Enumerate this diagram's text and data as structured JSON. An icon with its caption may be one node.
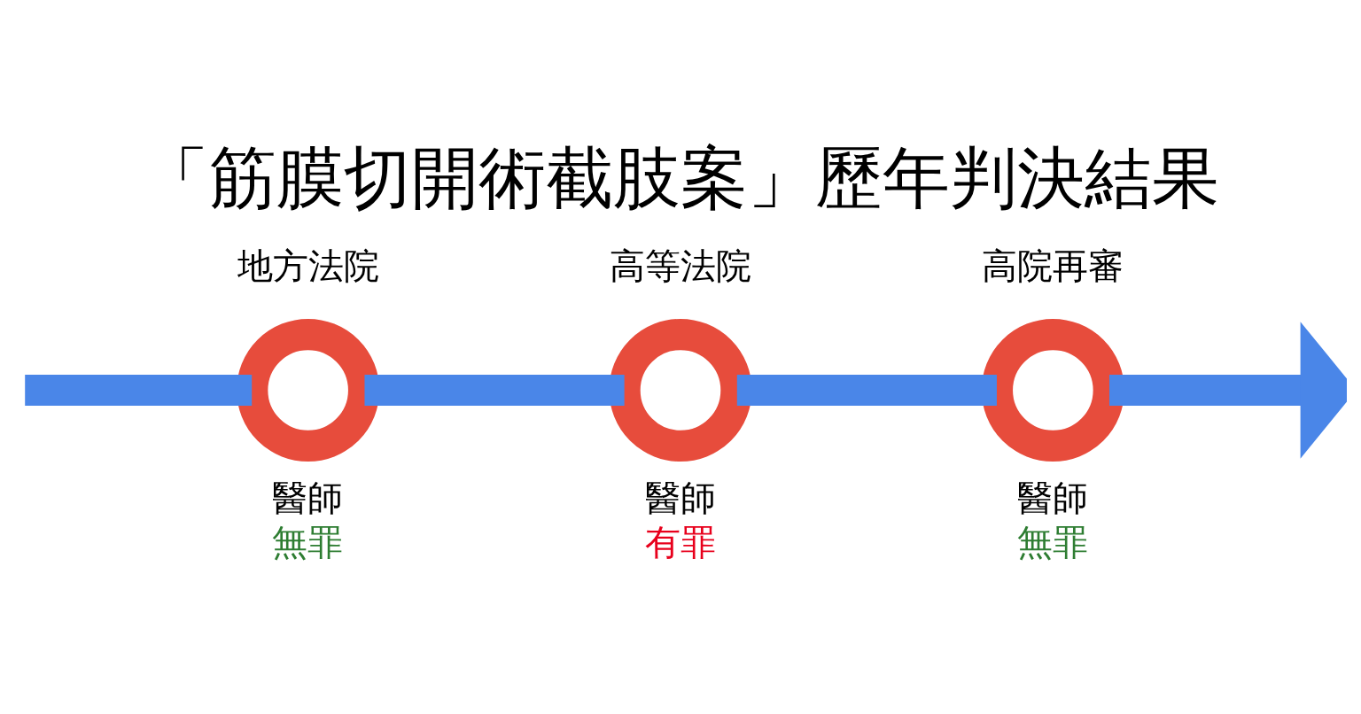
{
  "diagram": {
    "title": "「筋膜切開術截肢案」歷年判決結果",
    "nodes": [
      {
        "text": [],
        "shape": "circle",
        "beside": [
          "地方法院",
          "醫師",
          "無罪"
        ]
      },
      {
        "text": [],
        "shape": "circle",
        "beside": [
          "高等法院",
          "醫師",
          "有罪"
        ]
      },
      {
        "text": [],
        "shape": "circle",
        "beside": [
          "高院再審",
          "醫師",
          "無罪"
        ]
      }
    ],
    "edges": [
      {
        "from": null,
        "to": 0,
        "arrow": "none"
      },
      {
        "from": 0,
        "to": 1,
        "arrow": "none"
      },
      {
        "from": 1,
        "to": 2,
        "arrow": "none"
      },
      {
        "from": 2,
        "to": null,
        "arrow": "to"
      }
    ]
  }
}
